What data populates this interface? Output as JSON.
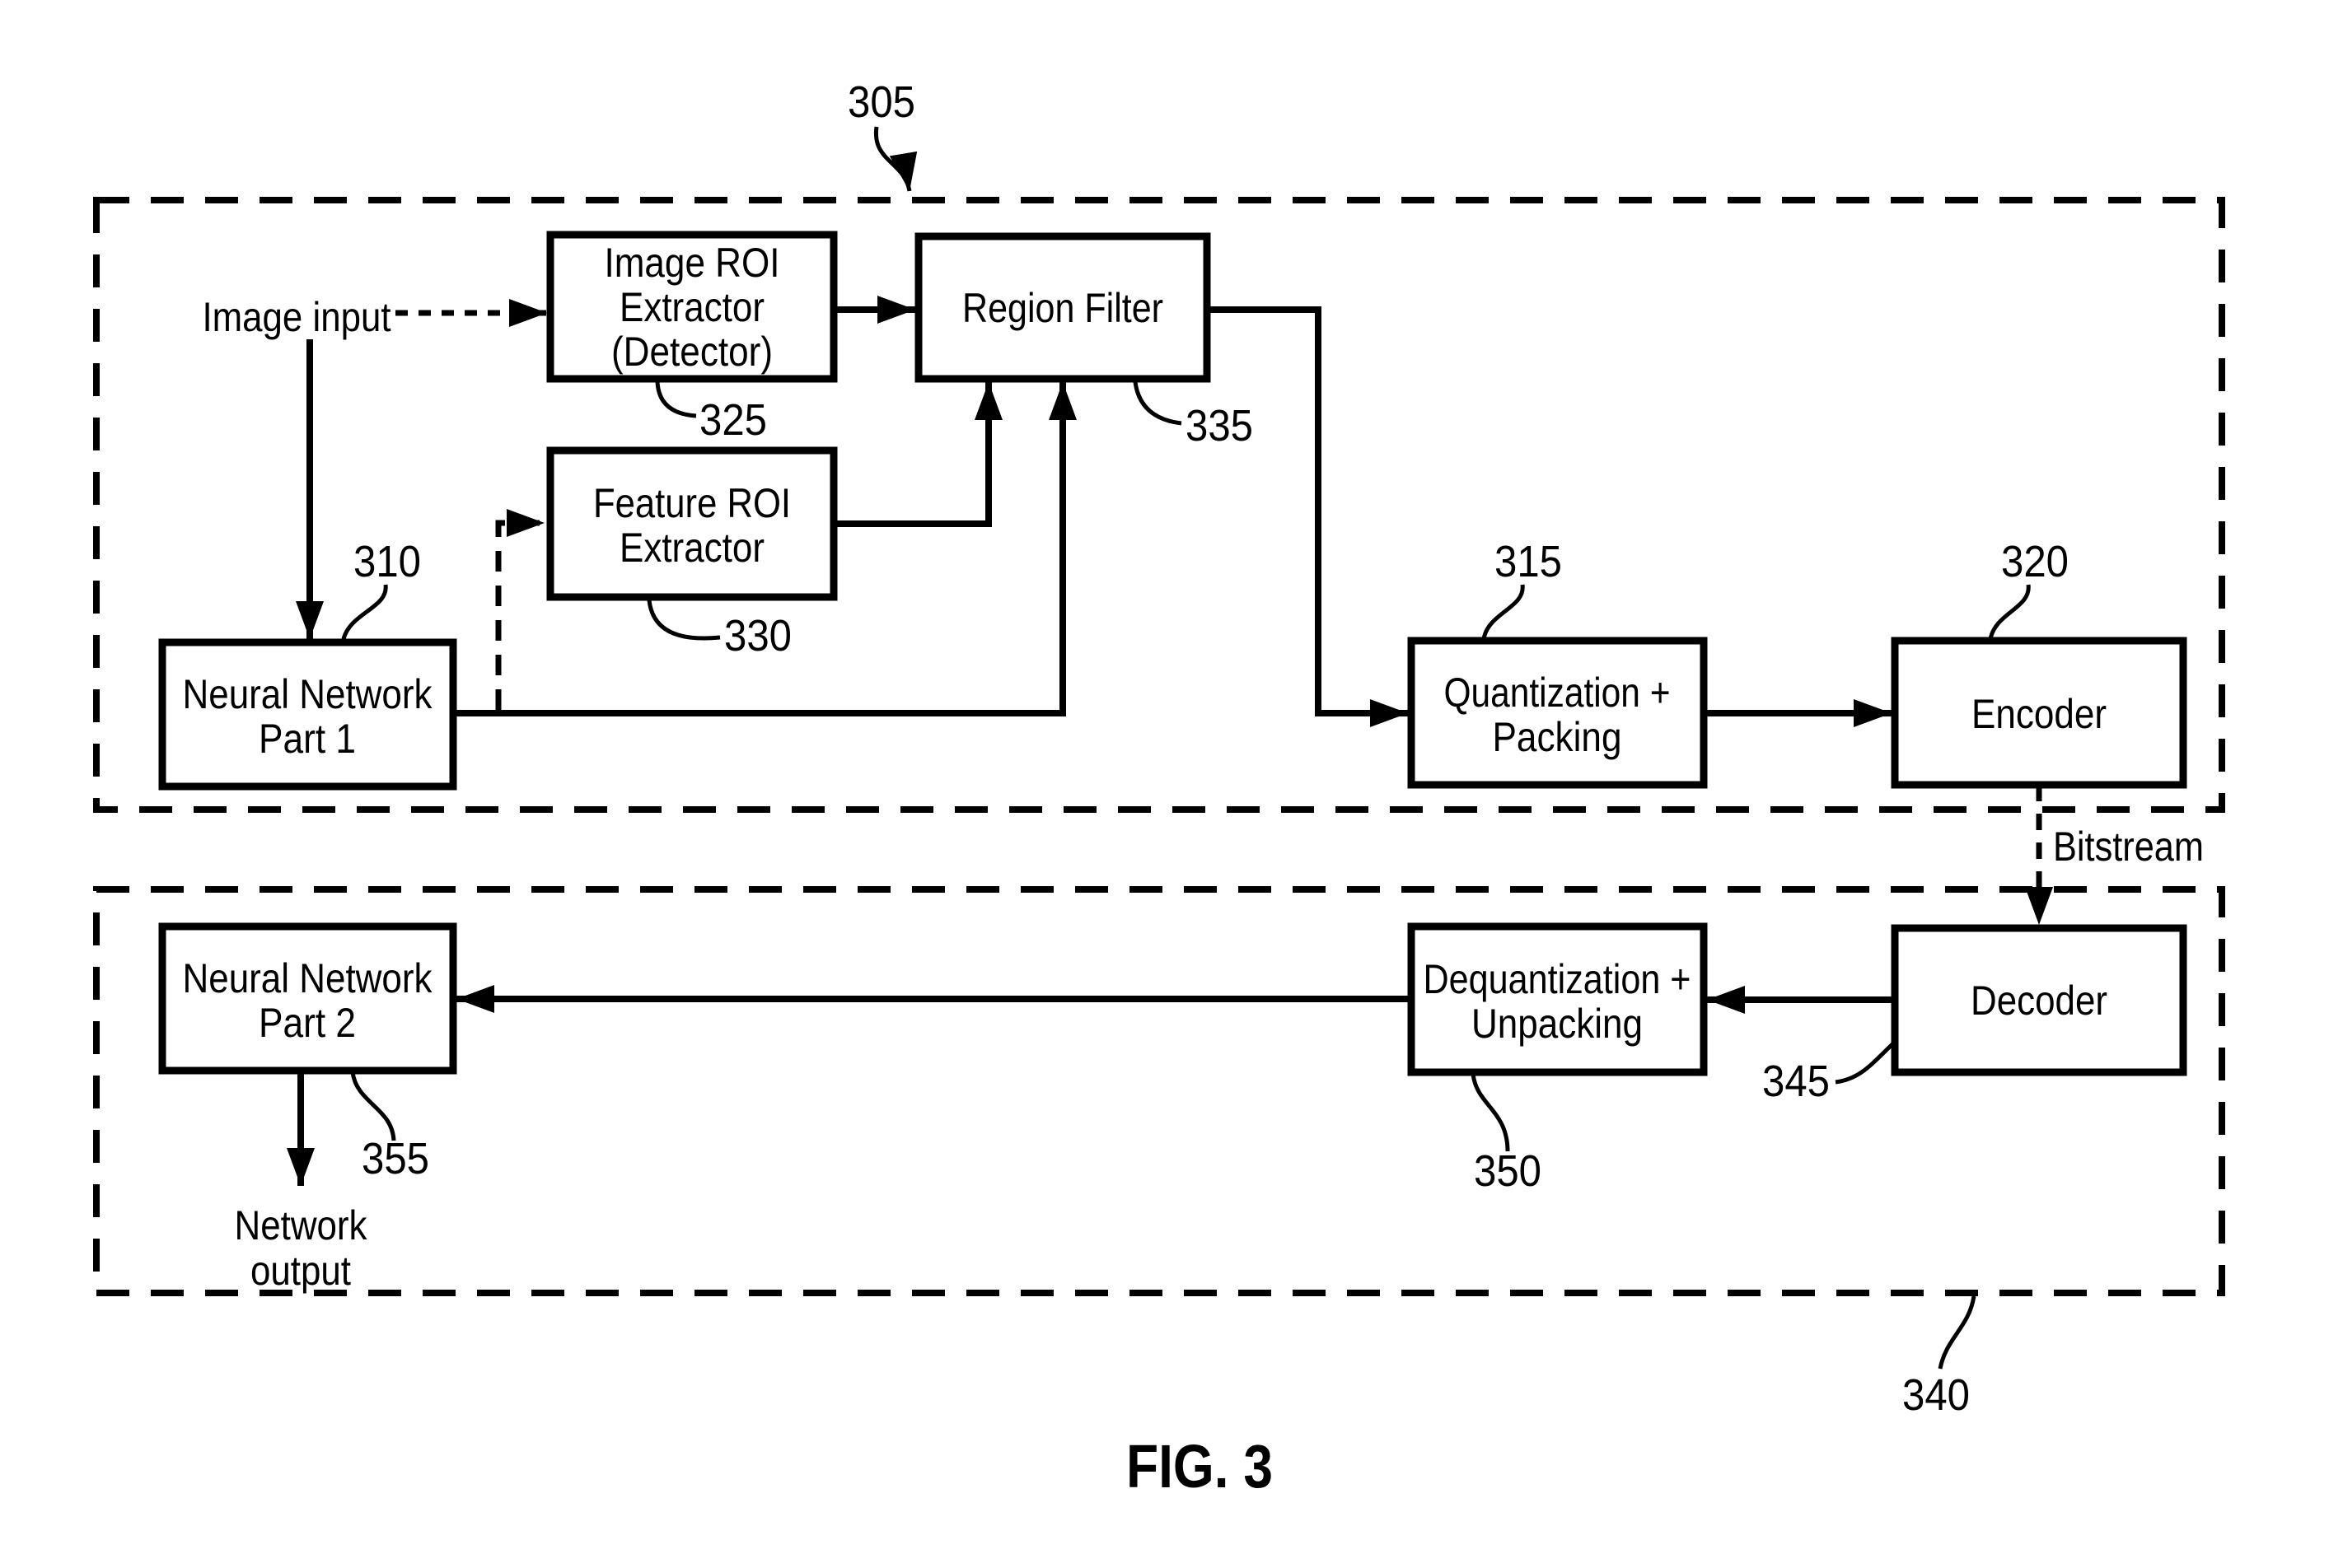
{
  "figure": {
    "caption": "FIG. 3",
    "refs": {
      "encoder_group": "305",
      "decoder_group": "340"
    }
  },
  "labels": {
    "image_input": "Image input",
    "bitstream": "Bitstream",
    "network_output": [
      "Network",
      "output"
    ]
  },
  "boxes": [
    {
      "id": "image-roi-extractor",
      "lines": [
        "Image ROI",
        "Extractor",
        "(Detector)"
      ],
      "ref": "325"
    },
    {
      "id": "region-filter",
      "lines": [
        "Region Filter"
      ],
      "ref": "335"
    },
    {
      "id": "feature-roi-extractor",
      "lines": [
        "Feature ROI",
        "Extractor"
      ],
      "ref": "330"
    },
    {
      "id": "neural-network-part-1",
      "lines": [
        "Neural Network",
        "Part 1"
      ],
      "ref": "310"
    },
    {
      "id": "quantization-packing",
      "lines": [
        "Quantization +",
        "Packing"
      ],
      "ref": "315"
    },
    {
      "id": "encoder",
      "lines": [
        "Encoder"
      ],
      "ref": "320"
    },
    {
      "id": "decoder",
      "lines": [
        "Decoder"
      ],
      "ref": "345"
    },
    {
      "id": "dequantization-unpacking",
      "lines": [
        "Dequantization +",
        "Unpacking"
      ],
      "ref": "350"
    },
    {
      "id": "neural-network-part-2",
      "lines": [
        "Neural Network",
        "Part 2"
      ],
      "ref": "355"
    }
  ]
}
